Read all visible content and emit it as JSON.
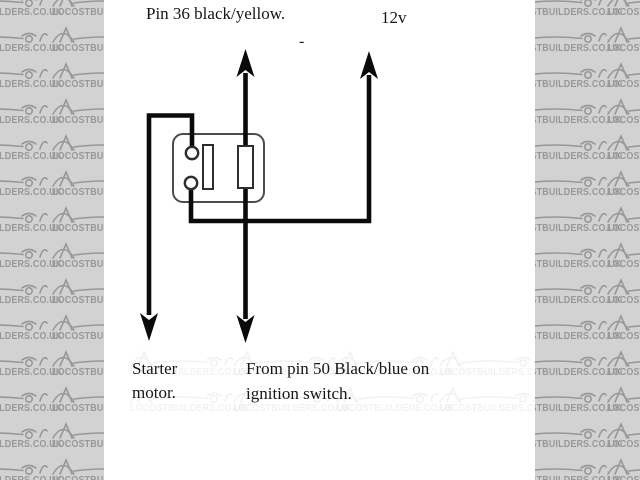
{
  "watermark": {
    "text": "LOCOSTBUILDERS.CO.UK",
    "strip_bg": "#d2d2d2",
    "glyph_color": "#989898"
  },
  "diagram": {
    "labels": {
      "pin36": "Pin 36 black/yellow.",
      "v12": "12v",
      "dash": "-",
      "starter_line1": "Starter",
      "starter_line2": "motor.",
      "pin50_line1": "From pin 50 Black/blue on",
      "pin50_line2": "ignition switch."
    },
    "colors": {
      "wire": "#0a0a0a",
      "relay_border": "#4c4c4c",
      "component_border": "#2e2e2e",
      "text": "#161616",
      "background": "#ffffff"
    }
  }
}
